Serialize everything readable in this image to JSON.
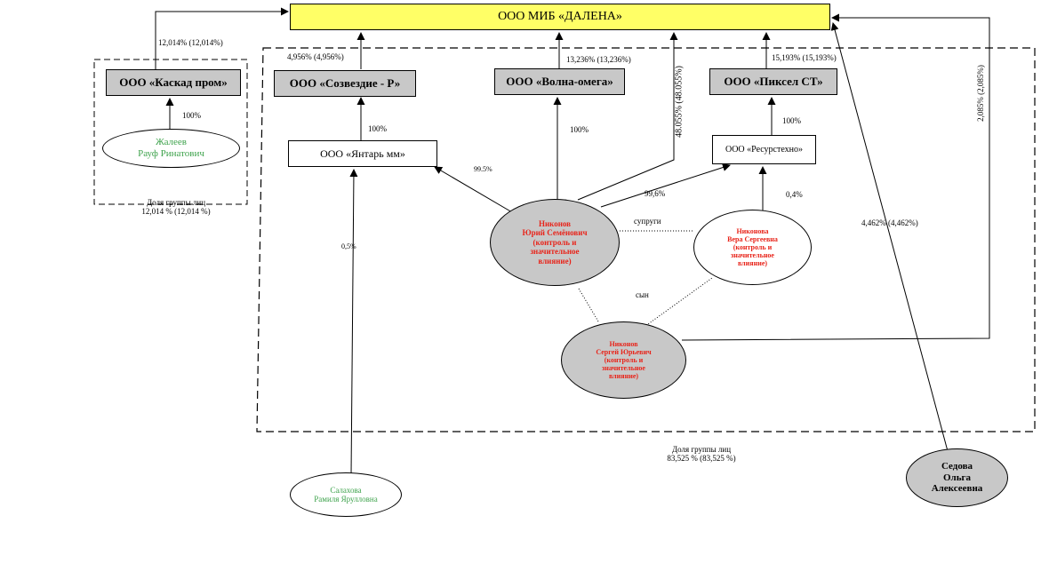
{
  "entities": {
    "main": "ООО МИБ «ДАЛЕНА»",
    "kaskad": "ООО «Каскад пром»",
    "sozvezdie": "ООО «Созвездие - Р»",
    "volna": "ООО «Волна-омега»",
    "piksel": "ООО «Пиксел СТ»",
    "yantar": "ООО «Янтарь мм»",
    "resurs": "ООО «Ресурстехно»"
  },
  "persons": {
    "zhaleev": [
      "Жалеев",
      "Рауф Ринатович"
    ],
    "nikonov_yu": [
      "Никонов",
      "Юрий Семёнович",
      "(контроль и",
      "значительное",
      "влияние)"
    ],
    "nikonova": [
      "Никонова",
      "Вера Сергеевна",
      "(контроль и",
      "значительное",
      "влияние)"
    ],
    "nikonov_s": [
      "Никонов",
      "Сергей Юрьевич",
      "(контроль и",
      "значительное",
      "влияние)"
    ],
    "salahova": [
      "Салахова",
      "Рамиля Ярулловна"
    ],
    "sedova": [
      "Седова",
      "Ольга",
      "Алексеевна"
    ]
  },
  "labels": {
    "kaskad_share": "12,014% (12,014%)",
    "sozvezdie_share": "4,956% (4,956%)",
    "volna_share": "13,236% (13,236%)",
    "piksel_share": "15,193% (15,193%)",
    "yuri_direct": "48.055% (48.055%)",
    "nikonov_s_direct": "2,085% (2,085%)",
    "sedova_direct": "4,462% (4,462%)",
    "zhaleev_kaskad": "100%",
    "yantar_sozvezdie": "100%",
    "yuri_volna": "100%",
    "resurs_piksel": "100%",
    "yuri_yantar": "99.5%",
    "yuri_resurs": "99,6%",
    "nikonova_resurs": "0,4%",
    "salahova_yantar": "0,5%",
    "spouses": "супруги",
    "son": "сын",
    "group1": [
      "Доля группы лиц",
      "12,014 % (12,014 %)"
    ],
    "group2": [
      "Доля группы лиц",
      "83,525 % (83,525 %)"
    ]
  },
  "colors": {
    "main_fill": "#ffff66",
    "company_fill": "#c8c8c8",
    "controller_text": "#e8241a",
    "person_text": "#3fa34d"
  }
}
